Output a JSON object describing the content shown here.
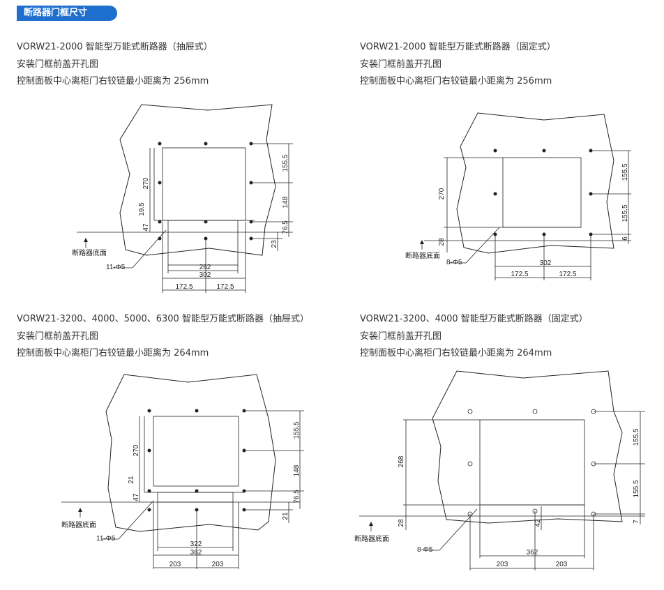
{
  "header": {
    "title": "断路器门框尺寸"
  },
  "panels": [
    {
      "lines": [
        "VORW21-2000 智能型万能式断路器（抽屉式）",
        "安装门框前盖开孔图",
        "控制面板中心离柜门右铰链最小距离为 256mm"
      ],
      "dims": {
        "top": "155.5",
        "mid": "148",
        "right_small": "76.5",
        "right_bottom": "23",
        "left_height": "270",
        "left_small": "19.5",
        "left_bottom": "47",
        "width_inner": "262",
        "width_outer": "302",
        "half_left": "172.5",
        "half_right": "172.5"
      },
      "labels": {
        "base": "断路器底面",
        "holes": "11-Φ5"
      }
    },
    {
      "lines": [
        "VORW21-2000 智能型万能式断路器（固定式）",
        "安装门框前盖开孔图",
        "控制面板中心离柜门右铰链最小距离为 256mm"
      ],
      "dims": {
        "top": "155.5",
        "mid": "155.5",
        "right_bottom": "6",
        "left_height": "270",
        "left_bottom": "28",
        "width_outer": "302",
        "half_left": "172.5",
        "half_right": "172.5"
      },
      "labels": {
        "base": "断路器底面",
        "holes": "8-Φ5"
      }
    },
    {
      "lines": [
        "VORW21-3200、4000、5000、6300 智能型万能式断路器（抽屉式）",
        "安装门框前盖开孔图",
        "控制面板中心离柜门右铰链最小距离为 264mm"
      ],
      "dims": {
        "top": "155.5",
        "mid": "148",
        "right_small": "76.5",
        "right_bottom": "21",
        "left_height": "270",
        "left_small": "21",
        "left_bottom": "47",
        "width_inner": "322",
        "width_outer": "362",
        "half_left": "203",
        "half_right": "203"
      },
      "labels": {
        "base": "断路器底面",
        "holes": "11-Φ5"
      }
    },
    {
      "lines": [
        "VORW21-3200、4000 智能型万能式断路器（固定式）",
        "安装门框前盖开孔图",
        "控制面板中心离柜门右铰链最小距离为 264mm"
      ],
      "dims": {
        "top": "155.5",
        "mid": "155.5",
        "right_bottom": "7",
        "left_height": "268",
        "left_bottom": "28",
        "center_small": "42",
        "width_outer": "362",
        "half_left": "203",
        "half_right": "203"
      },
      "labels": {
        "base": "断路器底面",
        "holes": "8-Φ5"
      }
    }
  ]
}
